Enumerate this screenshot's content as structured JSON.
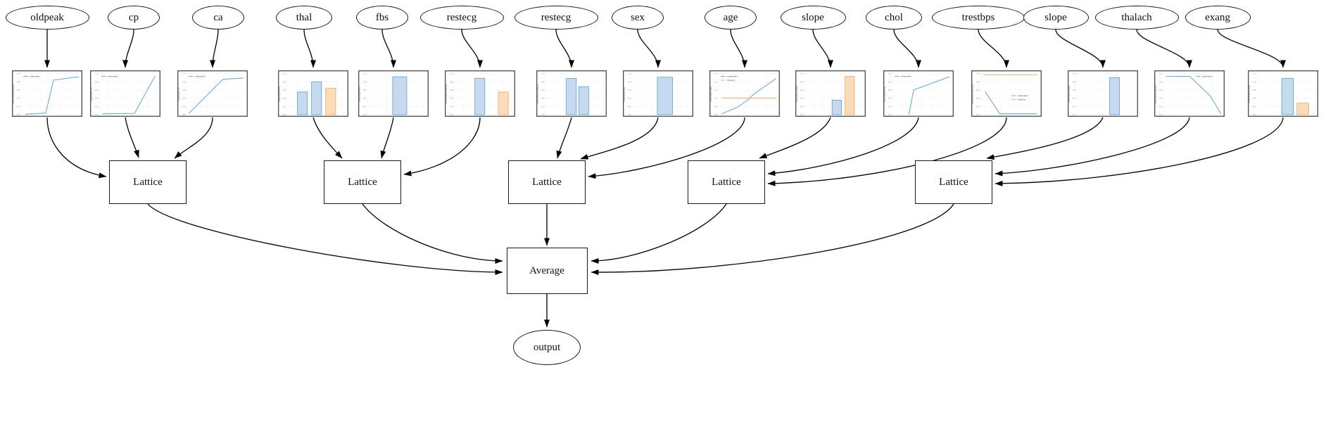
{
  "nodes": {
    "features": [
      "oldpeak",
      "cp",
      "ca",
      "thal",
      "fbs",
      "restecg",
      "restecg",
      "sex",
      "age",
      "slope",
      "chol",
      "trestbps",
      "slope",
      "thalach",
      "exang"
    ],
    "lattice_label": "Lattice",
    "average_label": "Average",
    "output_label": "output"
  },
  "legend_labels": {
    "calibrated": "calibrated",
    "missing": "missing"
  },
  "default_yticks": [
    "1.0",
    "0.8",
    "0.6",
    "0.4",
    "0.2",
    "0.0"
  ],
  "colors": {
    "blue_line": "#6baed6",
    "orange_line": "#fdae6b",
    "blue_fill": "#c5dbed",
    "blue_stroke": "#5a9fd4",
    "orange_fill": "#fbdcba",
    "orange_stroke": "#f5a860",
    "grid": "#e8e8e8",
    "grid_vertical": "#f1f1f1",
    "chart_border": "#4a4a4a",
    "tick_text": "#888888",
    "edge_color": "#000000"
  },
  "chart_data": [
    {
      "feature": "oldpeak",
      "type": "line",
      "ylabel": "calibrated oldpeak",
      "legend_pos": "tl",
      "legend": [
        {
          "label": "calibrated",
          "color": "blue"
        }
      ],
      "series": [
        {
          "name": "calibrated",
          "color": "blue",
          "points": [
            [
              0.07,
              0.01
            ],
            [
              0.42,
              0.04
            ],
            [
              0.55,
              0.84
            ],
            [
              0.98,
              0.92
            ]
          ]
        }
      ]
    },
    {
      "feature": "cp",
      "type": "line",
      "ylabel": "calibrated cp",
      "legend_pos": "tl",
      "legend": [
        {
          "label": "calibrated",
          "color": "blue"
        }
      ],
      "series": [
        {
          "name": "calibrated",
          "color": "blue",
          "points": [
            [
              0.05,
              0.02
            ],
            [
              0.6,
              0.03
            ],
            [
              0.95,
              0.94
            ]
          ]
        }
      ]
    },
    {
      "feature": "ca",
      "type": "line",
      "ylabel": "calibrated ca",
      "legend_pos": "tl",
      "legend": [
        {
          "label": "calibrated",
          "color": "blue"
        }
      ],
      "series": [
        {
          "name": "calibrated",
          "color": "blue",
          "points": [
            [
              0.04,
              0.03
            ],
            [
              0.62,
              0.86
            ],
            [
              0.97,
              0.89
            ]
          ]
        }
      ]
    },
    {
      "feature": "thal",
      "type": "bar",
      "ylabel": "calibrated thal",
      "bar_width": 0.17,
      "bars": [
        {
          "x": 0.26,
          "h": 0.55,
          "color": "blue"
        },
        {
          "x": 0.5,
          "h": 0.8,
          "color": "blue"
        },
        {
          "x": 0.74,
          "h": 0.64,
          "color": "orange"
        }
      ]
    },
    {
      "feature": "fbs",
      "type": "bar",
      "ylabel": "calibrated fbs",
      "bar_width": 0.24,
      "bars": [
        {
          "x": 0.55,
          "h": 0.92,
          "color": "blue"
        }
      ]
    },
    {
      "feature": "restecg",
      "type": "bar",
      "ylabel": "calibrated restecg",
      "bar_width": 0.17,
      "bars": [
        {
          "x": 0.44,
          "h": 0.88,
          "color": "blue"
        },
        {
          "x": 0.84,
          "h": 0.55,
          "color": "orange"
        }
      ]
    },
    {
      "feature": "restecg",
      "type": "bar",
      "ylabel": "calibrated restecg",
      "bar_width": 0.17,
      "bars": [
        {
          "x": 0.44,
          "h": 0.88,
          "color": "blue"
        },
        {
          "x": 0.65,
          "h": 0.68,
          "color": "blue"
        }
      ]
    },
    {
      "feature": "sex",
      "type": "bar",
      "ylabel": "calibrated sex",
      "bar_width": 0.26,
      "bars": [
        {
          "x": 0.56,
          "h": 0.91,
          "color": "blue"
        }
      ]
    },
    {
      "feature": "age",
      "type": "line",
      "ylabel": "calibrated age",
      "legend_pos": "tl",
      "yticks": [
        "2.0",
        "1.5",
        "1.0",
        "0.5",
        "0.0",
        "-0.5"
      ],
      "legend": [
        {
          "label": "calibrated",
          "color": "blue"
        },
        {
          "label": "missing",
          "color": "orange"
        }
      ],
      "series": [
        {
          "name": "calibrated",
          "color": "blue",
          "points": [
            [
              0.05,
              0.02
            ],
            [
              0.32,
              0.18
            ],
            [
              0.5,
              0.36
            ],
            [
              0.6,
              0.5
            ],
            [
              0.98,
              0.88
            ]
          ]
        },
        {
          "name": "missing",
          "color": "orange",
          "points": [
            [
              0.05,
              0.4
            ],
            [
              0.98,
              0.4
            ]
          ]
        }
      ]
    },
    {
      "feature": "slope",
      "type": "bar",
      "ylabel": "calibrated slope",
      "bar_width": 0.16,
      "bars": [
        {
          "x": 0.55,
          "h": 0.35,
          "color": "blue"
        },
        {
          "x": 0.77,
          "h": 0.93,
          "color": "orange"
        }
      ]
    },
    {
      "feature": "chol",
      "type": "line",
      "ylabel": "calibrated chol",
      "legend_pos": "tl",
      "legend": [
        {
          "label": "calibrated",
          "color": "blue"
        }
      ],
      "series": [
        {
          "name": "calibrated",
          "color": "blue",
          "points": [
            [
              0.28,
              0.0
            ],
            [
              0.36,
              0.6
            ],
            [
              0.97,
              0.92
            ]
          ]
        }
      ]
    },
    {
      "feature": "trestbps",
      "type": "line",
      "ylabel": "calibrated trestbps",
      "legend_pos": "mr",
      "legend": [
        {
          "label": "calibrated",
          "color": "blue"
        },
        {
          "label": "missing",
          "color": "orange"
        }
      ],
      "series": [
        {
          "name": "calibrated",
          "color": "blue",
          "points": [
            [
              0.08,
              0.56
            ],
            [
              0.33,
              0.02
            ],
            [
              0.96,
              0.02
            ]
          ]
        },
        {
          "name": "missing",
          "color": "orange",
          "points": [
            [
              0.05,
              0.97
            ],
            [
              0.97,
              0.97
            ]
          ]
        }
      ]
    },
    {
      "feature": "slope",
      "type": "bar",
      "ylabel": "calibrated slope",
      "bar_width": 0.17,
      "bars": [
        {
          "x": 0.64,
          "h": 0.9,
          "color": "blue"
        }
      ]
    },
    {
      "feature": "thalach",
      "type": "line",
      "ylabel": "calibrated thalach",
      "legend_pos": "tr",
      "legend": [
        {
          "label": "calibrated",
          "color": "blue"
        }
      ],
      "series": [
        {
          "name": "calibrated",
          "color": "blue",
          "points": [
            [
              0.04,
              0.93
            ],
            [
              0.45,
              0.93
            ],
            [
              0.8,
              0.45
            ],
            [
              0.98,
              0.02
            ]
          ]
        }
      ]
    },
    {
      "feature": "exang",
      "type": "bar",
      "ylabel": "calibrated exang",
      "bar_width": 0.2,
      "bars": [
        {
          "x": 0.52,
          "h": 0.88,
          "color": "blue"
        },
        {
          "x": 0.78,
          "h": 0.28,
          "color": "orange"
        }
      ]
    }
  ]
}
